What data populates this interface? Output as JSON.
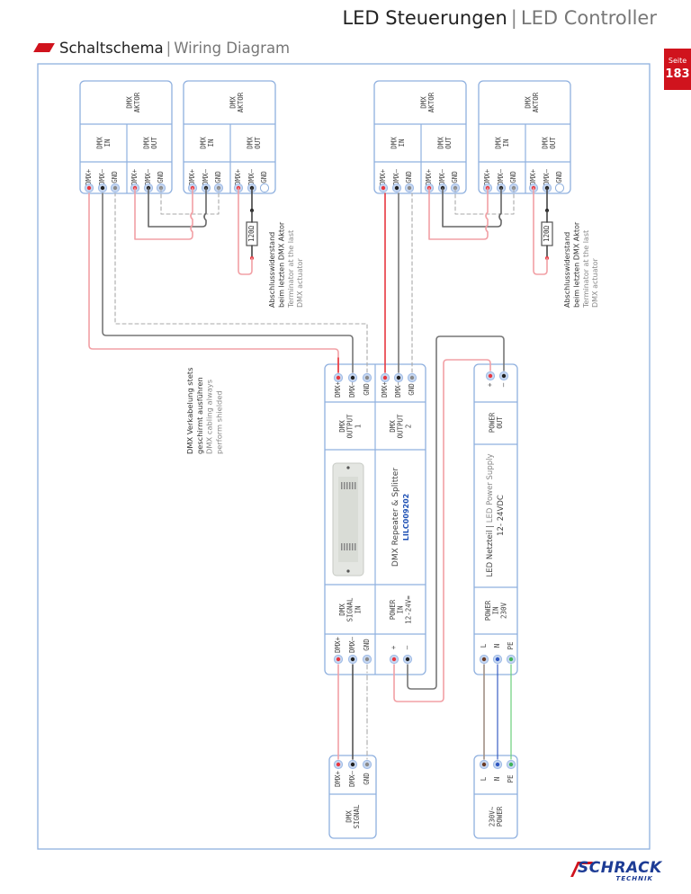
{
  "header": {
    "title_de": "LED Steuerungen",
    "separator": "|",
    "title_en": "LED Controller"
  },
  "section": {
    "title_de": "Schaltschema",
    "separator": "|",
    "title_en": "Wiring Diagram"
  },
  "page_badge": {
    "label": "Seite",
    "number": "183"
  },
  "colors": {
    "accent": "#d0131d",
    "box_border": "#8fb0df",
    "wire_red": "#e8373f",
    "wire_red_light": "#f2a0a5",
    "wire_black": "#555555",
    "wire_brown": "#a08f85",
    "wire_blue": "#3a5fc4",
    "wire_green": "#6ccf7c",
    "brand_blue": "#1d3c95"
  },
  "actuators": [
    {
      "title": [
        "DMX",
        "AKTOR"
      ],
      "in_label": [
        "DMX",
        "IN"
      ],
      "out_label": [
        "DMX",
        "OUT"
      ],
      "pins_in": [
        "DMX+",
        "DMX–",
        "GND"
      ],
      "pins_out": [
        "DMX+",
        "DMX–",
        "GND"
      ]
    },
    {
      "title": [
        "DMX",
        "AKTOR"
      ],
      "in_label": [
        "DMX",
        "IN"
      ],
      "out_label": [
        "DMX",
        "OUT"
      ],
      "pins_in": [
        "DMX+",
        "DMX–",
        "GND"
      ],
      "pins_out": [
        "DMX+",
        "DMX–",
        "GND"
      ]
    },
    {
      "title": [
        "DMX",
        "AKTOR"
      ],
      "in_label": [
        "DMX",
        "IN"
      ],
      "out_label": [
        "DMX",
        "OUT"
      ],
      "pins_in": [
        "DMX+",
        "DMX–",
        "GND"
      ],
      "pins_out": [
        "DMX+",
        "DMX–",
        "GND"
      ]
    },
    {
      "title": [
        "DMX",
        "AKTOR"
      ],
      "in_label": [
        "DMX",
        "IN"
      ],
      "out_label": [
        "DMX",
        "OUT"
      ],
      "pins_in": [
        "DMX+",
        "DMX–",
        "GND"
      ],
      "pins_out": [
        "DMX+",
        "DMX–",
        "GND"
      ]
    }
  ],
  "terminators": [
    {
      "resistor": "120Ω",
      "note_de": [
        "Abschlusswiderstand",
        "beim letzten DMX Aktor"
      ],
      "note_en": [
        "Terminator at the last",
        "DMX actuator"
      ]
    },
    {
      "resistor": "120Ω",
      "note_de": [
        "Abschlusswiderstand",
        "beim letzten DMX Aktor"
      ],
      "note_en": [
        "Terminator at the last",
        "DMX actuator"
      ]
    }
  ],
  "shield_note": {
    "de": [
      "DMX Verkabelung stets",
      "geschirmt ausführen"
    ],
    "en": [
      "DMX cabling always",
      "perform shielded"
    ]
  },
  "repeater": {
    "output1_label": [
      "DMX",
      "OUTPUT",
      "1"
    ],
    "output2_label": [
      "DMX",
      "OUTPUT",
      "2"
    ],
    "output_pins": [
      "DMX+",
      "DMX–",
      "GND"
    ],
    "name": "DMX Repeater & Splitter",
    "article": "LILC009202",
    "signal_in_label": [
      "DMX",
      "SIGNAL",
      "IN"
    ],
    "signal_in_pins": [
      "DMX+",
      "DMX–",
      "GND"
    ],
    "power_in_label": [
      "POWER",
      "IN",
      "12-24V="
    ],
    "power_in_pins": [
      "+",
      "–"
    ]
  },
  "power_supply": {
    "out_label": [
      "POWER",
      "OUT"
    ],
    "out_pins": [
      "+",
      "–"
    ],
    "name_de": "LED Netzteil",
    "separator": "|",
    "name_en": "LED Power Supply",
    "voltage": "12- 24VDC",
    "in_label": [
      "POWER",
      "IN",
      "230V"
    ],
    "in_pins": [
      "L",
      "N",
      "PE"
    ]
  },
  "dmx_signal_source": {
    "label": [
      "DMX",
      "SIGNAL"
    ],
    "pins": [
      "DMX+",
      "DMX–",
      "GND"
    ]
  },
  "mains": {
    "label": [
      "230V~",
      "POWER"
    ],
    "pins": [
      "L",
      "N",
      "PE"
    ]
  },
  "logo": {
    "main": "SCHRACK",
    "sub": "TECHNIK"
  }
}
